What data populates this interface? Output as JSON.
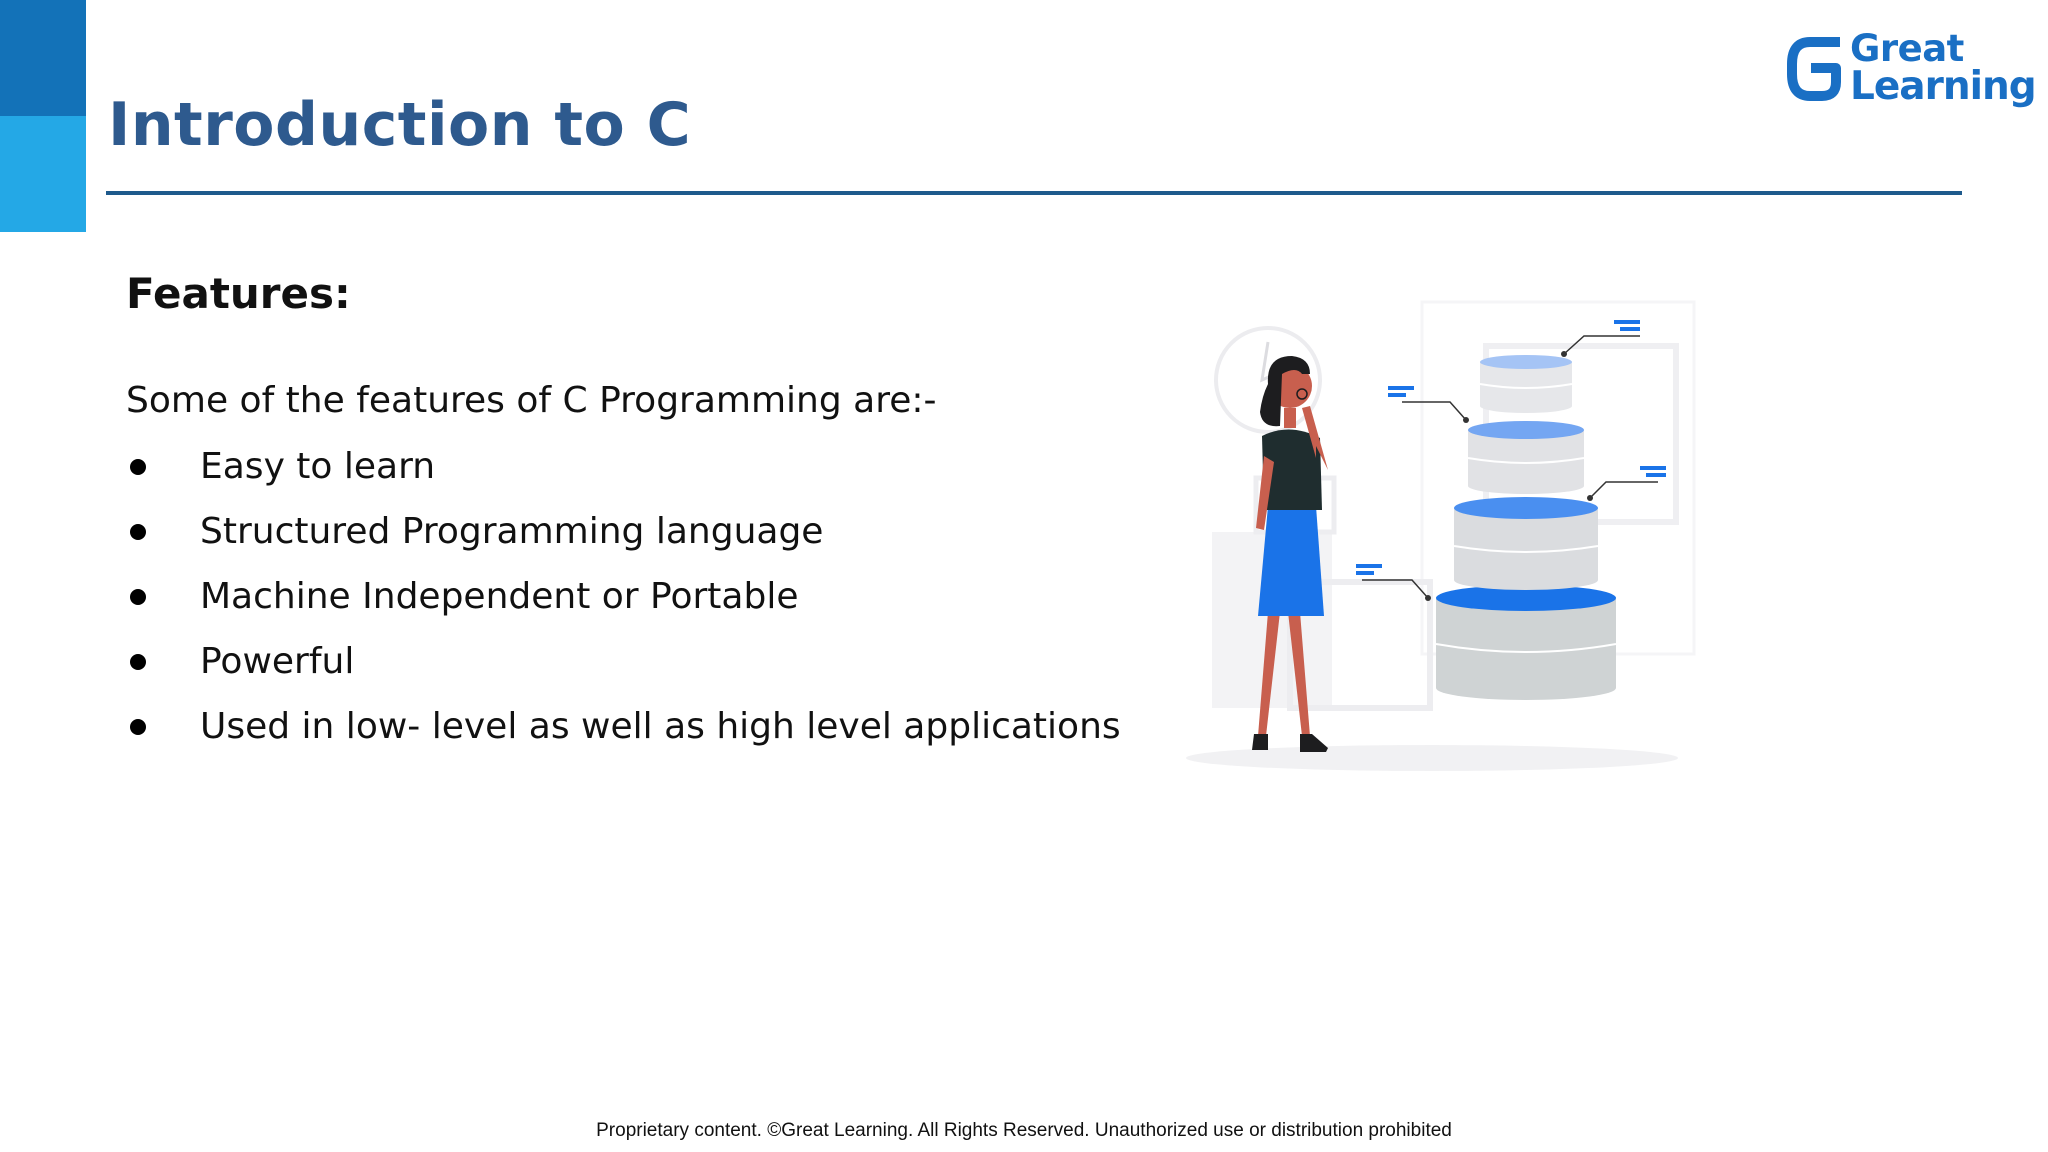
{
  "slide": {
    "title": "Introduction to C",
    "section_heading": "Features:",
    "intro_text": "Some of the features of C Programming are:-",
    "features": [
      "Easy to learn",
      "Structured Programming language",
      "Machine Independent or Portable",
      "Powerful",
      "Used in low- level as well as high level applications"
    ],
    "footer": "Proprietary content. ©Great Learning. All Rights Reserved. Unauthorized use or distribution prohibited"
  },
  "logo": {
    "line1": "Great",
    "line2": "Learning",
    "icon": "great-learning-g-icon"
  },
  "illustration": {
    "icon": "woman-with-database-stack-illustration"
  },
  "colors": {
    "accent_dark": "#1372b8",
    "accent_light": "#24a8e6",
    "title": "#2e5a8e",
    "rule": "#1e5a8c",
    "logo": "#1a6fc4",
    "illustration_blue": "#1a73e8"
  }
}
